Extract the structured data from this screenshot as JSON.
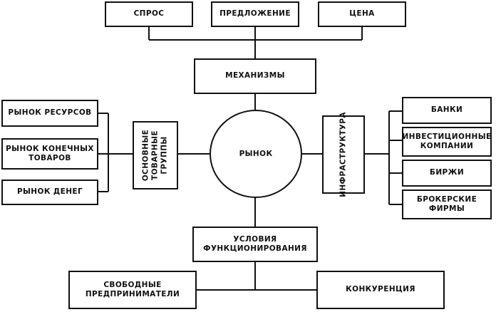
{
  "top": {
    "demand": "СПРОС",
    "supply": "ПРЕДЛОЖЕНИЕ",
    "price": "ЦЕНА"
  },
  "mechanisms": "МЕХАНИЗМЫ",
  "market": "РЫНОК",
  "left": {
    "resources": "РЫНОК  РЕСУРСОВ",
    "final_goods": "РЫНОК  КОНЕЧНЫХ\nТОВАРОВ",
    "money": "РЫНОК  ДЕНЕГ",
    "groups": "ОСНОВНЫЕ\nТОВАРНЫЕ\nГРУППЫ"
  },
  "right": {
    "infrastructure": "ИНФРАСТРУКТУРА",
    "banks": "БАНКИ",
    "investment": "ИНВЕСТИЦИОННЫЕ\nКОМПАНИИ",
    "exchanges": "БИРЖИ",
    "brokers": "БРОКЕРСКИЕ\nФИРМЫ"
  },
  "bottom": {
    "conditions": "УСЛОВИЯ\nФУНКЦИОНИРОВАНИЯ",
    "entrepreneurs": "СВОБОДНЫЕ\nПРЕДПРИНИМАТЕЛИ",
    "competition": "КОНКУРЕНЦИЯ"
  }
}
